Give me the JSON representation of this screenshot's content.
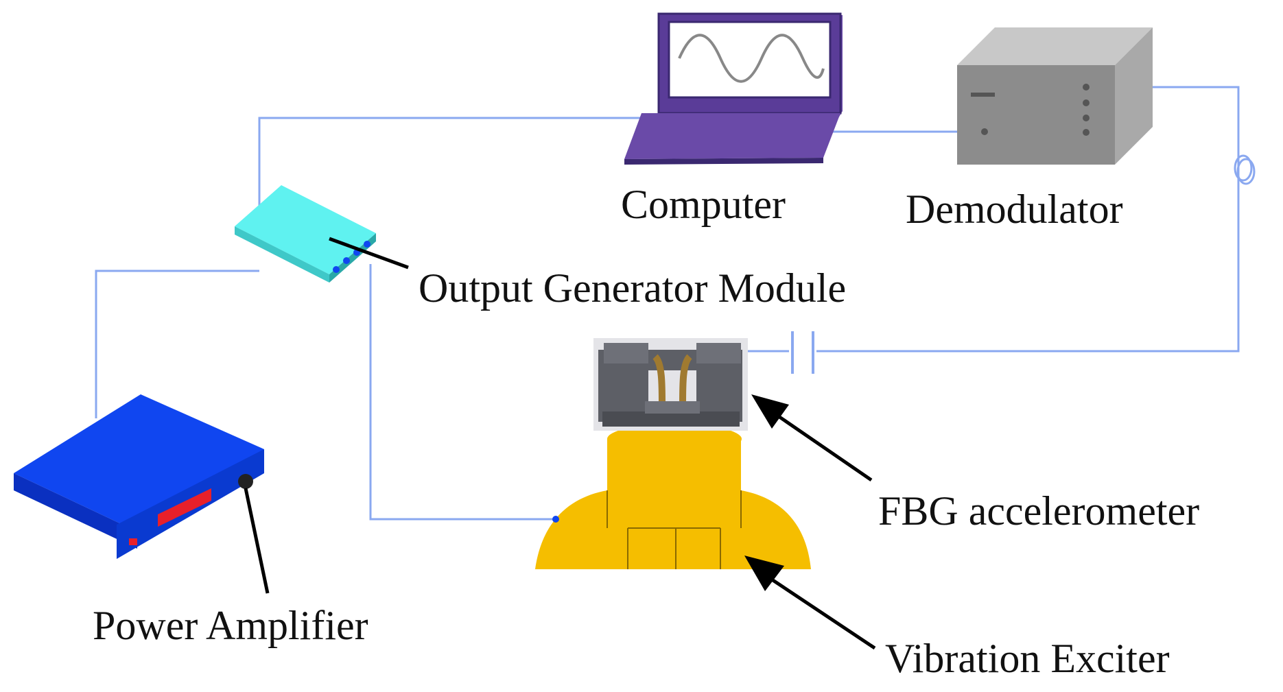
{
  "labels": {
    "computer": "Computer",
    "demodulator": "Demodulator",
    "output_generator": "Output Generator Module",
    "fbg": "FBG accelerometer",
    "power_amplifier": "Power Amplifier",
    "vibration_exciter": "Vibration Exciter"
  },
  "colors": {
    "wire": "#8aa8f0",
    "laptop": "#6a4aa8",
    "laptop_dark": "#4a3080",
    "demodulator": "#8c8c8c",
    "generator": "#5ff2f0",
    "amplifier": "#1046f0",
    "amplifier_display": "#e8202a",
    "exciter": "#f5be00",
    "fbg_body": "#5d5f66",
    "fbg_fiber": "#a07a30"
  },
  "icons": {
    "computer": "laptop-icon",
    "demodulator": "box-device-icon",
    "generator": "signal-generator-icon",
    "amplifier": "amplifier-rack-icon",
    "exciter": "shaker-icon",
    "fbg": "accelerometer-icon",
    "fiber_coil": "fiber-coil-icon",
    "connector": "fiber-connector-icon"
  }
}
